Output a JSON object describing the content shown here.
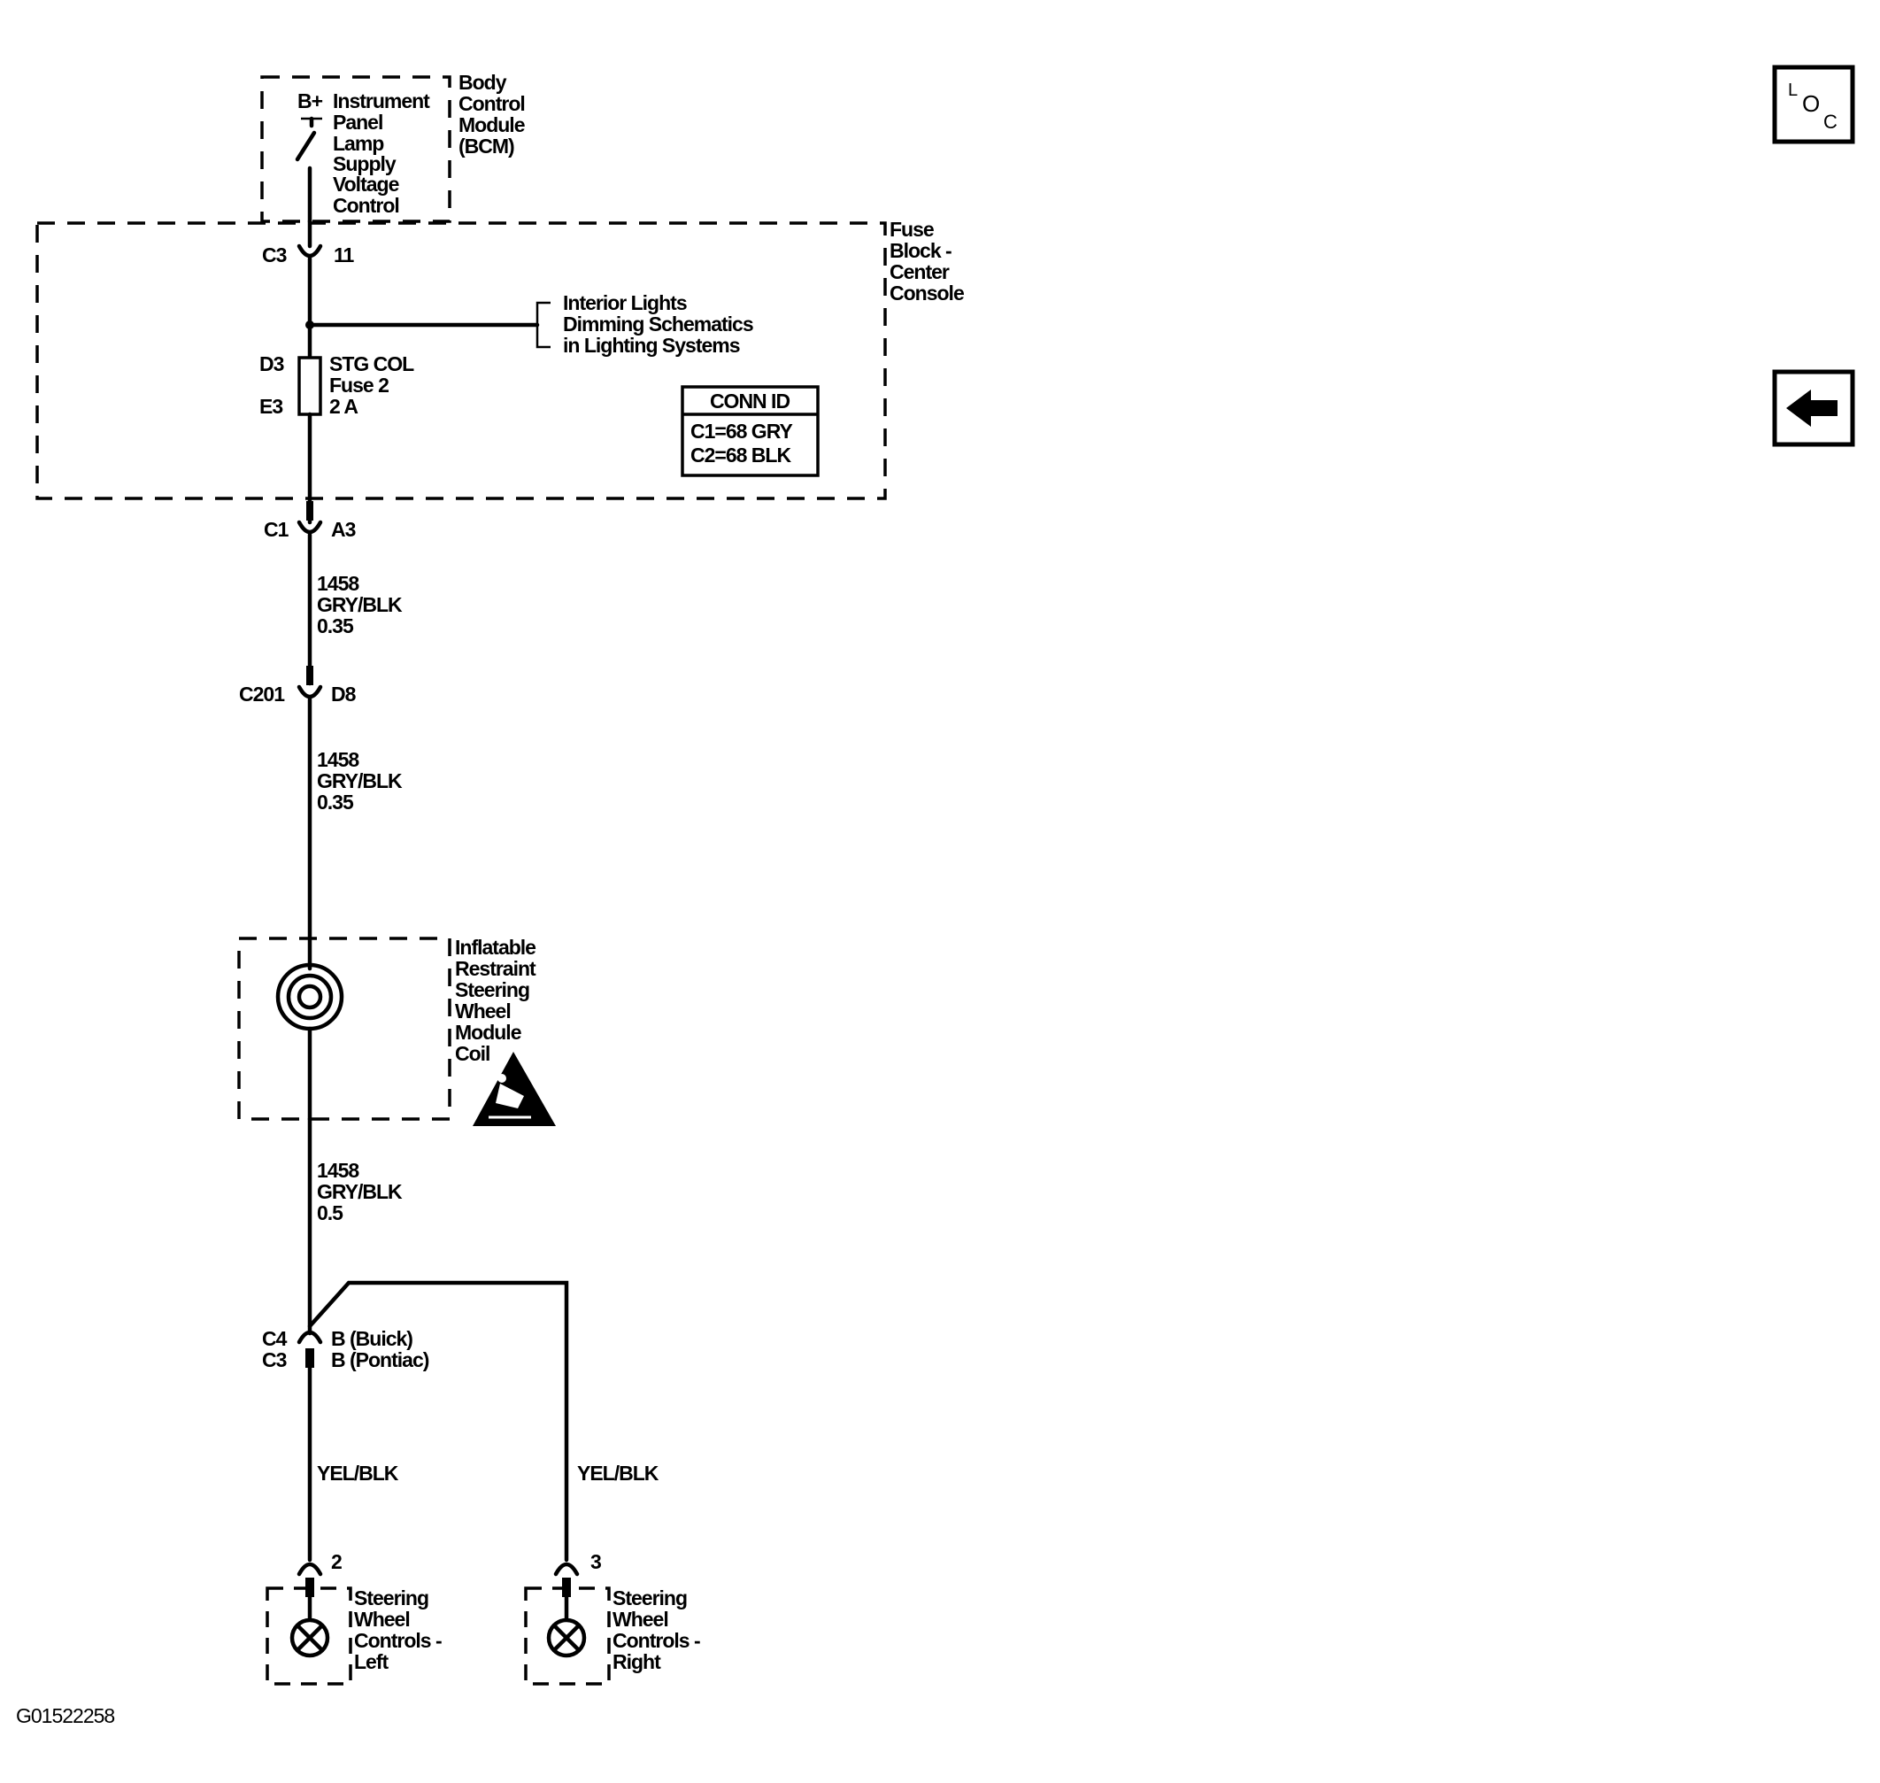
{
  "bcm": {
    "pin_label": "B+",
    "circuit_lines": [
      "Instrument",
      "Panel",
      "Lamp",
      "Supply",
      "Voltage",
      "Control"
    ],
    "name_lines": [
      "Body",
      "Control",
      "Module",
      "(BCM)"
    ]
  },
  "fuse_block": {
    "name_lines": [
      "Fuse",
      "Block -",
      "Center",
      "Console"
    ],
    "connector_top": {
      "name": "C3",
      "pin": "11"
    },
    "branch_lines": [
      "Interior Lights",
      "Dimming Schematics",
      "in Lighting Systems"
    ],
    "fuse_term_top": "D3",
    "fuse_term_bottom": "E3",
    "fuse_lines": [
      "STG COL",
      "Fuse 2",
      "2 A"
    ],
    "conn_id": {
      "title": "CONN ID",
      "lines": [
        "C1=68 GRY",
        "C2=68 BLK"
      ]
    },
    "connector_bottom": {
      "name": "C1",
      "pin": "A3"
    }
  },
  "wire_1": {
    "circuit": "1458",
    "color": "GRY/BLK",
    "size": "0.35"
  },
  "inline_connector": {
    "name": "C201",
    "pin": "D8"
  },
  "wire_2": {
    "circuit": "1458",
    "color": "GRY/BLK",
    "size": "0.35"
  },
  "coil": {
    "name_lines": [
      "Inflatable",
      "Restraint",
      "Steering",
      "Wheel",
      "Module",
      "Coil"
    ]
  },
  "wire_3": {
    "circuit": "1458",
    "color": "GRY/BLK",
    "size": "0.5"
  },
  "split_connector": {
    "name_1": "C4",
    "pin_1": "B (Buick)",
    "name_2": "C3",
    "pin_2": "B (Pontiac)"
  },
  "wire_left": {
    "color": "YEL/BLK"
  },
  "wire_right": {
    "color": "YEL/BLK"
  },
  "switch_left": {
    "pin": "2",
    "name_lines": [
      "Steering",
      "Wheel",
      "Controls -",
      "Left"
    ]
  },
  "switch_right": {
    "pin": "3",
    "name_lines": [
      "Steering",
      "Wheel",
      "Controls -",
      "Right"
    ]
  },
  "figure_id": "G01522258",
  "nav": {
    "loc_letters": [
      "L",
      "O",
      "C"
    ],
    "back_icon": "left-arrow-icon"
  }
}
